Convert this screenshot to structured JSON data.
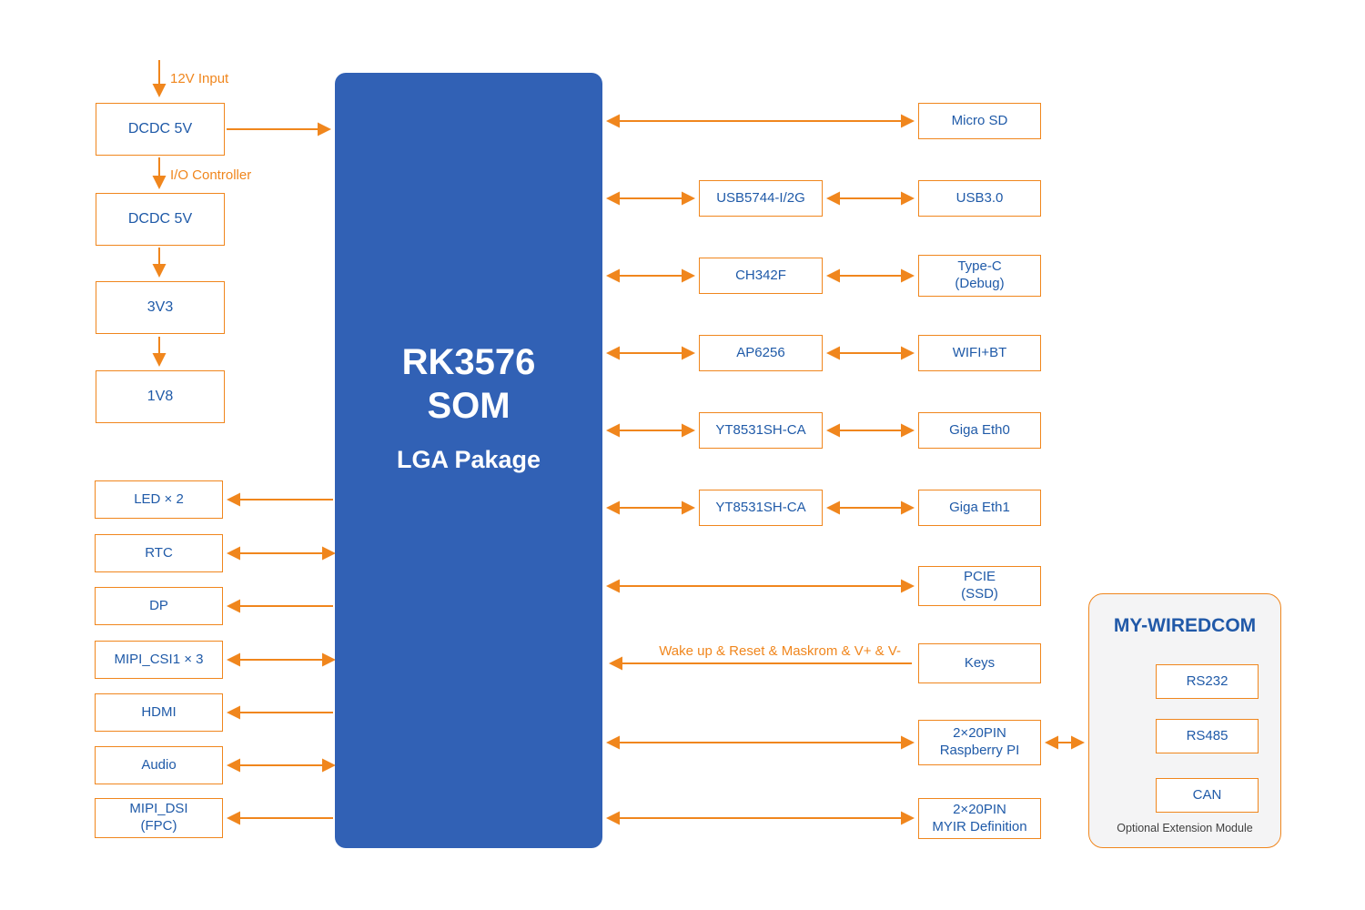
{
  "som": {
    "title": "RK3576",
    "subtitle": "SOM",
    "package": "LGA Pakage"
  },
  "labels": {
    "input_12v": "12V Input",
    "io_controller": "I/O Controller",
    "keys_note": "Wake up & Reset & Maskrom & V+ & V-"
  },
  "power": [
    "DCDC 5V",
    "DCDC 5V",
    "3V3",
    "1V8"
  ],
  "left_peripherals": [
    "LED × 2",
    "RTC",
    "DP",
    "MIPI_CSI1 × 3",
    "HDMI",
    "Audio",
    "MIPI_DSI\n(FPC)"
  ],
  "bridges": [
    "USB5744-I/2G",
    "CH342F",
    "AP6256",
    "YT8531SH-CA",
    "YT8531SH-CA"
  ],
  "right_peripherals": [
    "Micro SD",
    "USB3.0",
    "Type-C\n(Debug)",
    "WIFI+BT",
    "Giga Eth0",
    "Giga Eth1",
    "PCIE\n(SSD)",
    "Keys",
    "2×20PIN\nRaspberry PI",
    "2×20PIN\nMYIR Definition"
  ],
  "extension": {
    "title": "MY-WIREDCOM",
    "items": [
      "RS232",
      "RS485",
      "CAN"
    ],
    "note": "Optional Extension Module"
  },
  "colors": {
    "accent_orange": "#F0861D",
    "som_blue": "#3161B5",
    "text_blue": "#1F5AA8"
  }
}
